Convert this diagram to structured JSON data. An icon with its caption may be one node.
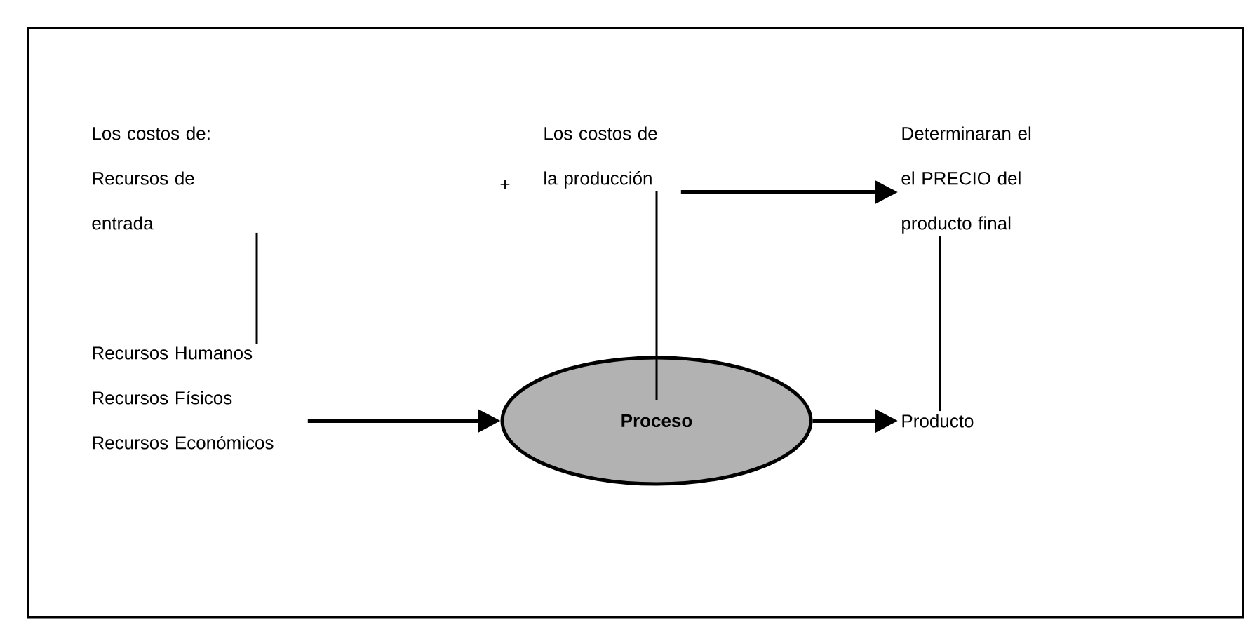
{
  "diagram": {
    "nodes": [
      {
        "text": [
          "Los costos de: Recursos de entrada"
        ]
      },
      {
        "text": [
          "Los costos de la producción"
        ]
      },
      {
        "text": [
          "Determinaran el el PRECIO del producto final"
        ]
      },
      {
        "text": [
          "Recursos Humanos Recursos Físicos Recursos Económicos"
        ]
      },
      {
        "text": [
          "Proceso"
        ]
      },
      {
        "text": [
          "Producto"
        ]
      }
    ],
    "edges": [
      {
        "from": 0,
        "to": 3,
        "arrow": "none"
      },
      {
        "from": 1,
        "to": 4,
        "arrow": "none"
      },
      {
        "from": 1,
        "to": 2,
        "arrow": "to",
        "style": "thick"
      },
      {
        "from": 3,
        "to": 4,
        "arrow": "to",
        "style": "thick"
      },
      {
        "from": 4,
        "to": 5,
        "arrow": "to",
        "style": "thick"
      },
      {
        "from": 5,
        "to": 2,
        "arrow": "none"
      }
    ],
    "labels": [
      "+"
    ]
  }
}
